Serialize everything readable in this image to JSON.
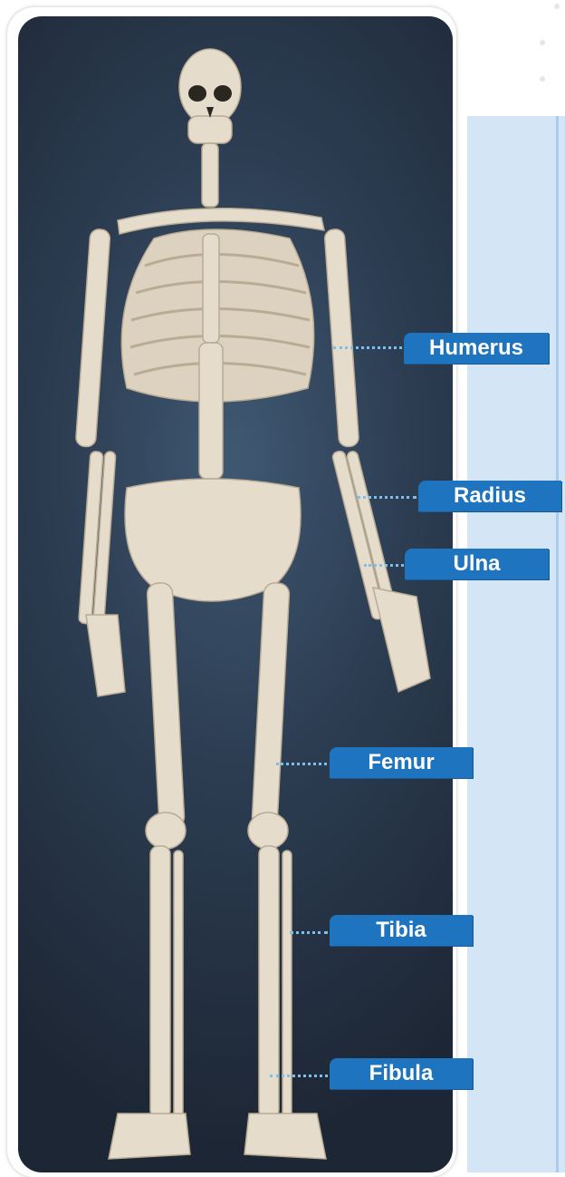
{
  "title": "",
  "labels": [
    {
      "id": "humerus",
      "text": "Humerus"
    },
    {
      "id": "radius",
      "text": "Radius"
    },
    {
      "id": "ulna",
      "text": "Ulna"
    },
    {
      "id": "femur",
      "text": "Femur"
    },
    {
      "id": "tibia",
      "text": "Tibia"
    },
    {
      "id": "fibula",
      "text": "Fibula"
    }
  ],
  "colors": {
    "label_fill": "#1f74bf",
    "label_text": "#ffffff",
    "leader_dots": "#7cc0ea",
    "side_panel": "#d4e6f6",
    "bone": "#e6dccb"
  }
}
